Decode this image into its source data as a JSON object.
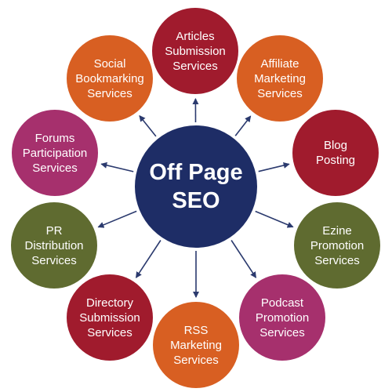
{
  "center": {
    "label": "Off Page\nSEO",
    "color": "#1e2d66"
  },
  "services": [
    {
      "id": "articles",
      "label": "Articles\nSubmission\nServices",
      "color": "#a01b2d"
    },
    {
      "id": "affiliate",
      "label": "Affiliate\nMarketing\nServices",
      "color": "#d85f22"
    },
    {
      "id": "blog",
      "label": "Blog\nPosting",
      "color": "#a01b2d"
    },
    {
      "id": "ezine",
      "label": "Ezine\nPromotion\nServices",
      "color": "#5f6b30"
    },
    {
      "id": "podcast",
      "label": "Podcast\nPromotion\nServices",
      "color": "#a6306d"
    },
    {
      "id": "rss",
      "label": "RSS\nMarketing\nServices",
      "color": "#d85f22"
    },
    {
      "id": "directory",
      "label": "Directory\nSubmission\nServices",
      "color": "#a01b2d"
    },
    {
      "id": "pr",
      "label": "PR\nDistribution\nServices",
      "color": "#5f6b30"
    },
    {
      "id": "forums",
      "label": "Forums\nParticipation\nServices",
      "color": "#a6306d"
    },
    {
      "id": "social",
      "label": "Social\nBookmarking\nServices",
      "color": "#d85f22"
    }
  ],
  "arrow_color": "#2b3a6e"
}
